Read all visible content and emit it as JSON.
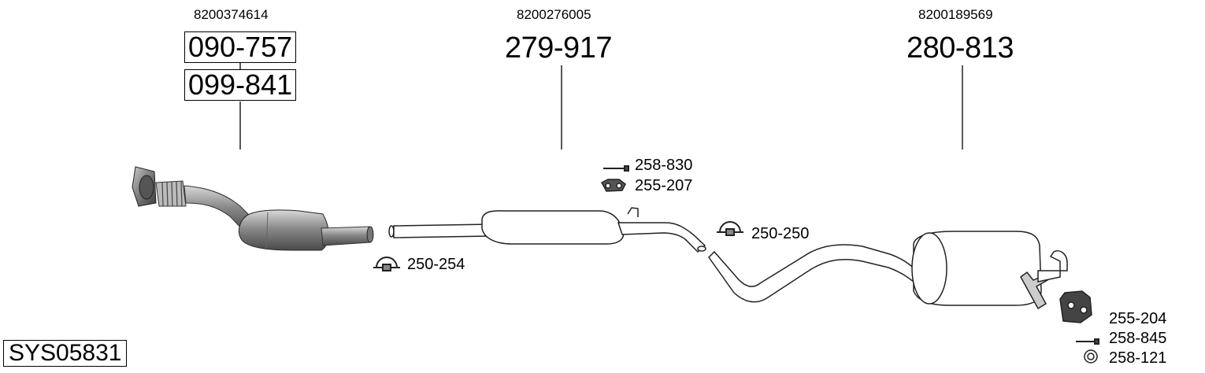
{
  "oe_numbers": {
    "front": "8200374614",
    "middle": "8200276005",
    "rear": "8200189569"
  },
  "parts": {
    "front_primary": "090-757",
    "front_secondary": "099-841",
    "middle": "279-917",
    "rear": "280-813"
  },
  "accessories": {
    "bolt_mid": "258-830",
    "rubber_mount_mid": "255-207",
    "clamp_mid": "250-250",
    "clamp_front": "250-254",
    "rubber_mount_rear": "255-204",
    "bolt_rear": "258-845",
    "ring_rear": "258-121"
  },
  "system_code": "SYS05831"
}
